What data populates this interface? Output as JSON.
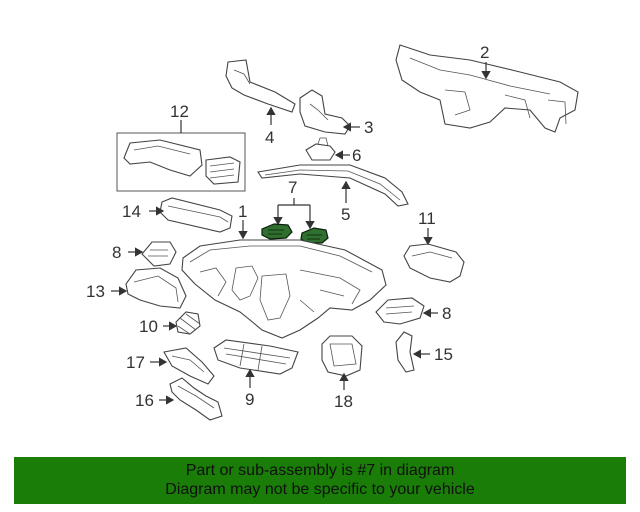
{
  "callouts": {
    "c1": "1",
    "c2": "2",
    "c3": "3",
    "c4": "4",
    "c5": "5",
    "c6": "6",
    "c7": "7",
    "c8a": "8",
    "c8b": "8",
    "c9": "9",
    "c10": "10",
    "c11": "11",
    "c12": "12",
    "c13": "13",
    "c14": "14",
    "c15": "15",
    "c16": "16",
    "c17": "17",
    "c18": "18"
  },
  "banner": {
    "line1": "Part or sub-assembly is #7 in diagram",
    "line2": "Diagram may not be specific to your vehicle",
    "color": "#197d08"
  },
  "highlight_color": "#2f6f2f"
}
